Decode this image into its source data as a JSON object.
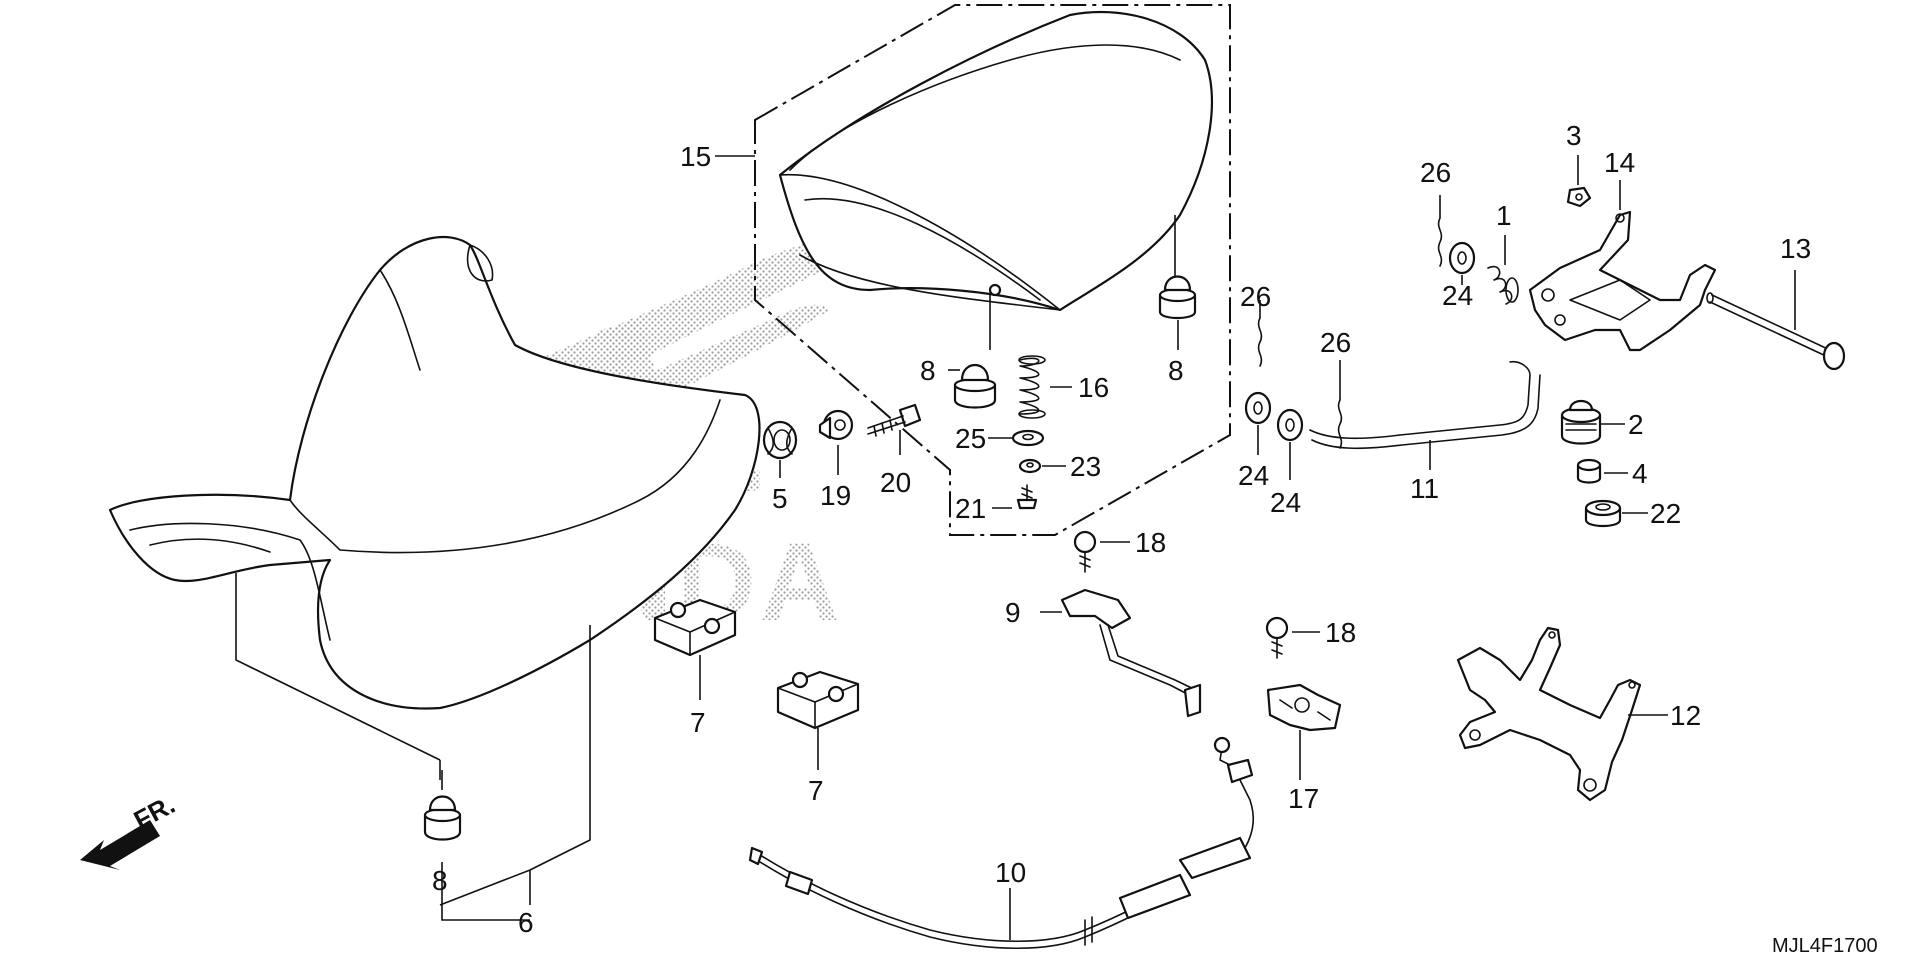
{
  "diagram": {
    "code": "MJL4F1700",
    "direction_label": "FR.",
    "watermark_text": "HONDA",
    "callouts": [
      {
        "id": "c1",
        "text": "1"
      },
      {
        "id": "c2",
        "text": "2"
      },
      {
        "id": "c3",
        "text": "3"
      },
      {
        "id": "c4",
        "text": "4"
      },
      {
        "id": "c5",
        "text": "5"
      },
      {
        "id": "c6",
        "text": "6"
      },
      {
        "id": "c7a",
        "text": "7"
      },
      {
        "id": "c7b",
        "text": "7"
      },
      {
        "id": "c8a",
        "text": "8"
      },
      {
        "id": "c8b",
        "text": "8"
      },
      {
        "id": "c8c",
        "text": "8"
      },
      {
        "id": "c9",
        "text": "9"
      },
      {
        "id": "c10",
        "text": "10"
      },
      {
        "id": "c11",
        "text": "11"
      },
      {
        "id": "c12",
        "text": "12"
      },
      {
        "id": "c13",
        "text": "13"
      },
      {
        "id": "c14",
        "text": "14"
      },
      {
        "id": "c15",
        "text": "15"
      },
      {
        "id": "c16",
        "text": "16"
      },
      {
        "id": "c17",
        "text": "17"
      },
      {
        "id": "c18a",
        "text": "18"
      },
      {
        "id": "c18b",
        "text": "18"
      },
      {
        "id": "c19",
        "text": "19"
      },
      {
        "id": "c20",
        "text": "20"
      },
      {
        "id": "c21",
        "text": "21"
      },
      {
        "id": "c22",
        "text": "22"
      },
      {
        "id": "c23",
        "text": "23"
      },
      {
        "id": "c24a",
        "text": "24"
      },
      {
        "id": "c24b",
        "text": "24"
      },
      {
        "id": "c24c",
        "text": "24"
      },
      {
        "id": "c25",
        "text": "25"
      },
      {
        "id": "c26a",
        "text": "26"
      },
      {
        "id": "c26b",
        "text": "26"
      },
      {
        "id": "c26c",
        "text": "26"
      }
    ]
  }
}
